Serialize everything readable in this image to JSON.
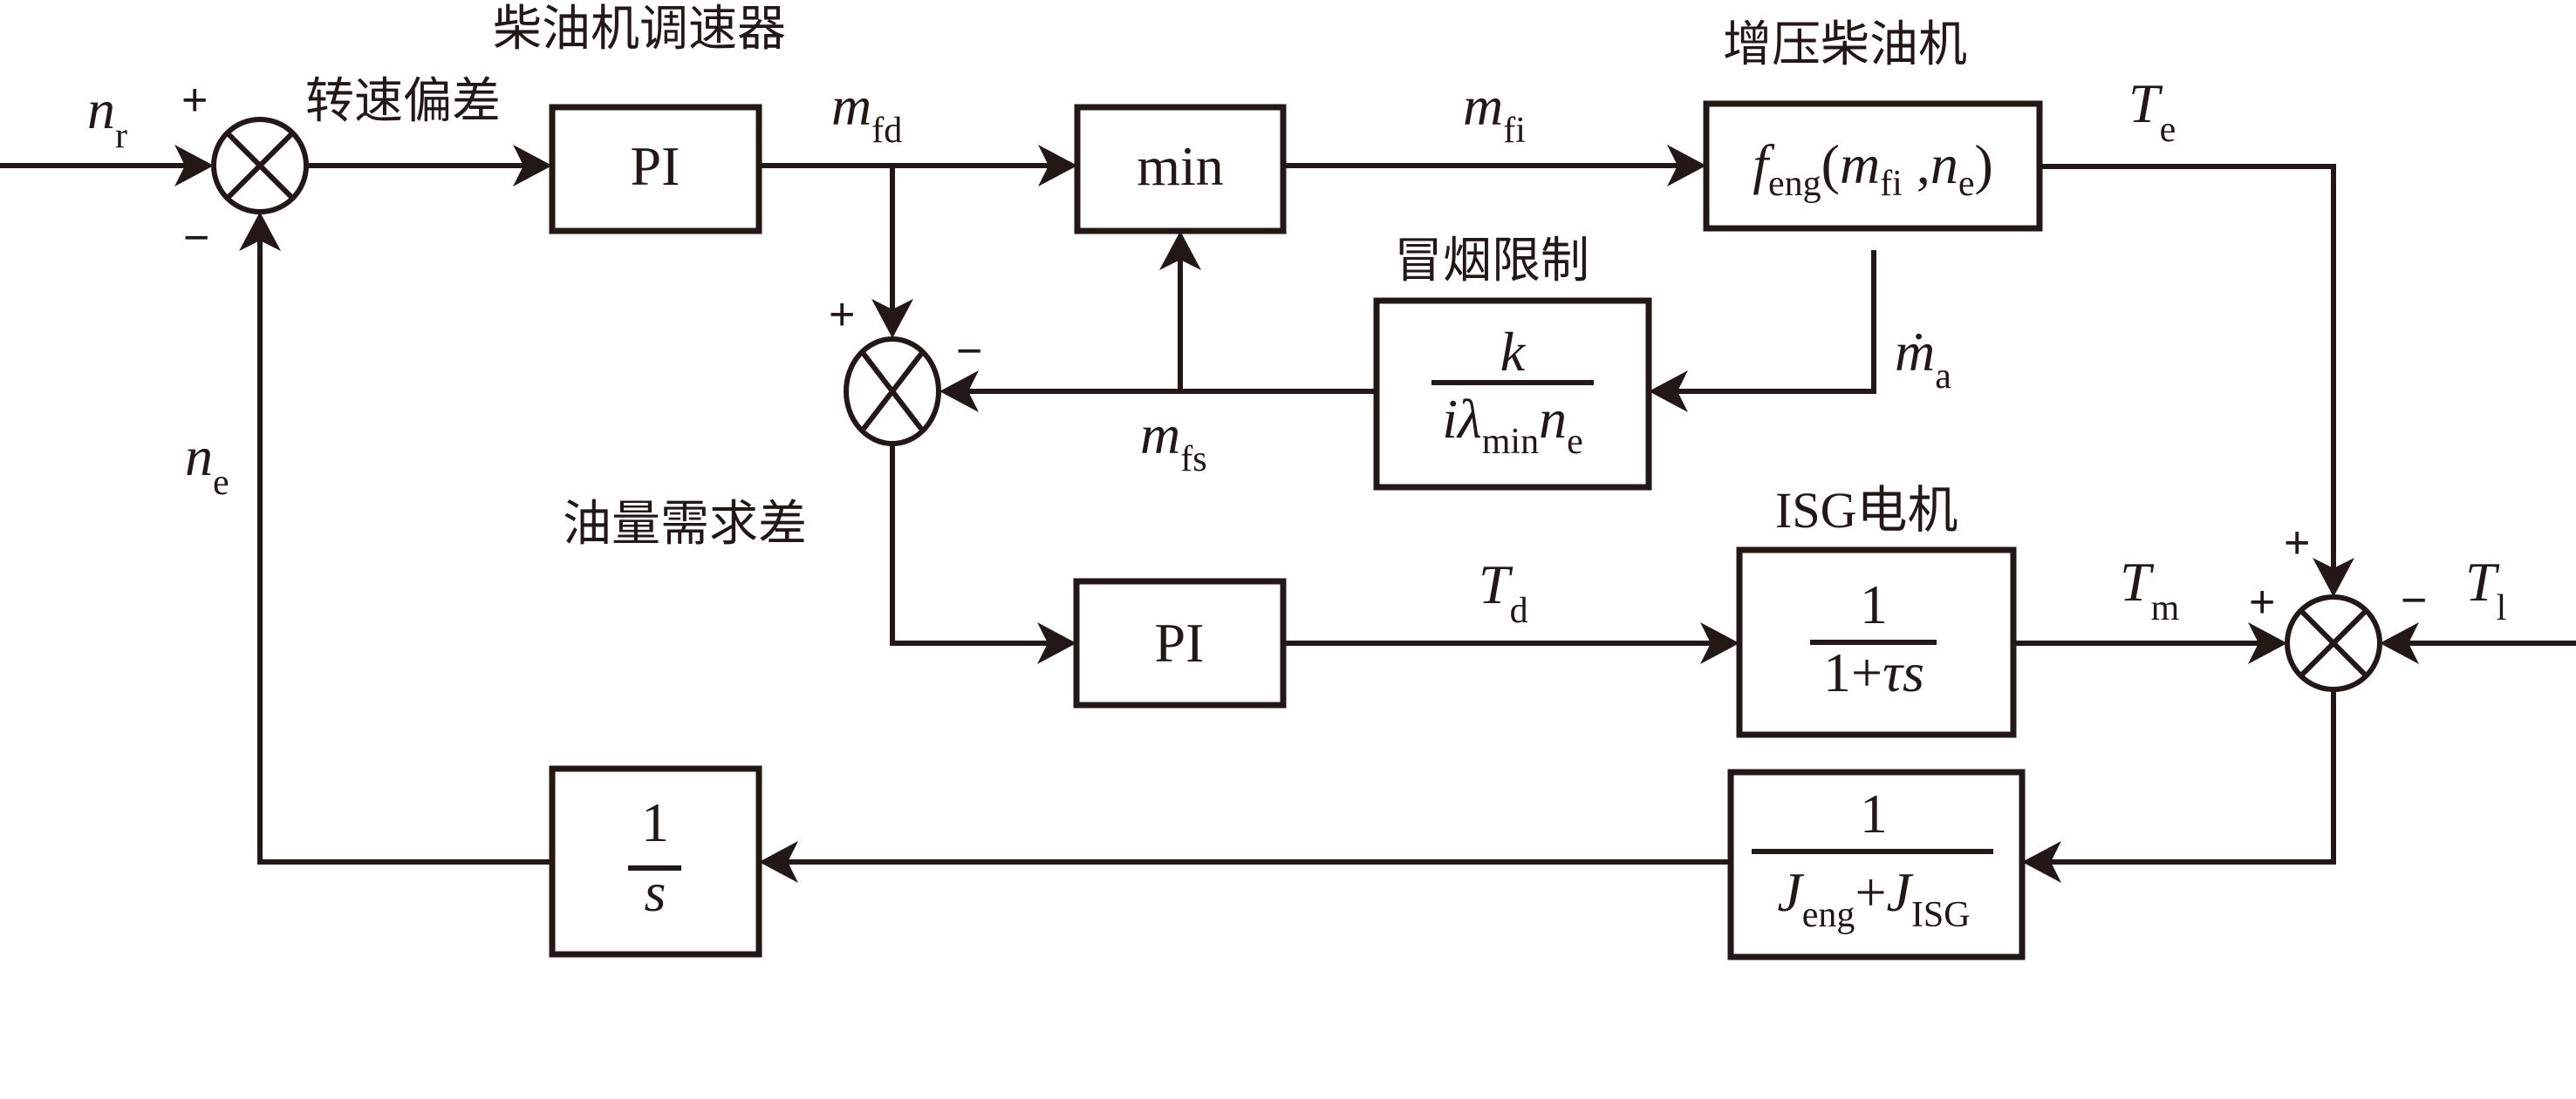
{
  "labels": {
    "governor_title": "柴油机调速器",
    "speed_error": "转速偏差",
    "engine_title": "增压柴油机",
    "smoke_limit_title": "冒烟限制",
    "fuel_demand_diff": "油量需求差",
    "isg_title": "ISG电机"
  },
  "signals": {
    "n_r": {
      "main": "n",
      "sub": "r"
    },
    "n_e": {
      "main": "n",
      "sub": "e"
    },
    "m_fd": {
      "main": "m",
      "sub": "fd"
    },
    "m_fi": {
      "main": "m",
      "sub": "fi"
    },
    "m_fs": {
      "main": "m",
      "sub": "fs"
    },
    "m_a": {
      "main": "ṁ",
      "sub": "a"
    },
    "T_e": {
      "main": "T",
      "sub": "e"
    },
    "T_d": {
      "main": "T",
      "sub": "d"
    },
    "T_m": {
      "main": "T",
      "sub": "m"
    },
    "T_l": {
      "main": "T",
      "sub": "l"
    }
  },
  "blocks": {
    "pi_governor": "PI",
    "min": "min",
    "engine": {
      "f": "f",
      "f_sub": "eng",
      "open": "(",
      "m": "m",
      "m_sub": "fi",
      "comma": " ,",
      "n": "n",
      "n_sub": "e",
      "close": ")"
    },
    "smoke": {
      "num": "k",
      "den_i": "iλ",
      "den_sub": "min",
      "den_n": "n",
      "den_n_sub": "e"
    },
    "pi_isg": "PI",
    "isg": {
      "num": "1",
      "den_1": "1+",
      "den_tau": "τs"
    },
    "inertia": {
      "num": "1",
      "den_j1": "J",
      "den_j1_sub": "eng",
      "plus": "+",
      "den_j2": "J",
      "den_j2_sub": "ISG"
    },
    "integrator": {
      "num": "1",
      "den": "s"
    }
  },
  "signs": {
    "j1_top": "+",
    "j1_bottom": "−",
    "j2_top": "+",
    "j2_right": "−",
    "j3_top": "+",
    "j3_left": "+",
    "j3_right": "−"
  }
}
